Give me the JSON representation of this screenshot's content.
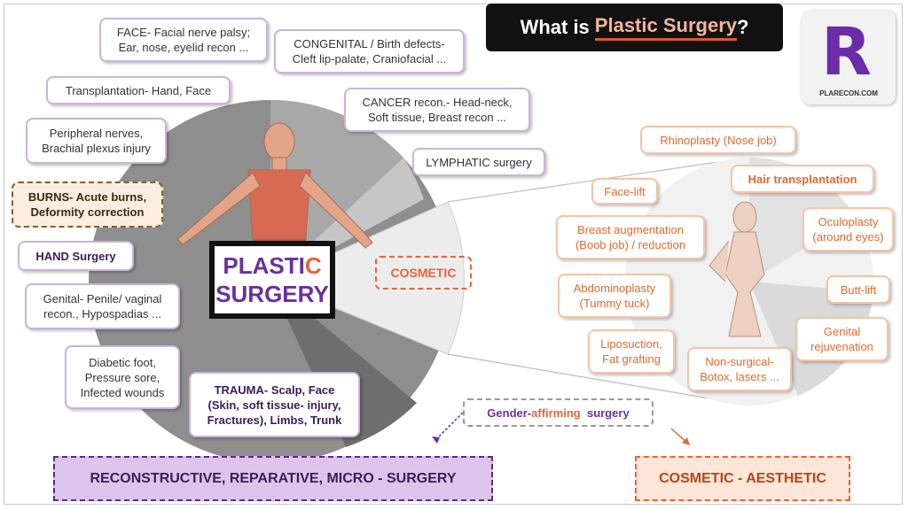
{
  "title": {
    "prefix": "What is",
    "highlight": "Plastic Surgery",
    "suffix": "?"
  },
  "logo": {
    "letter": "R",
    "name": "PLARECON.COM"
  },
  "center": {
    "line1_main": "PLASTI",
    "line1_accent": "C",
    "line2": "SURGERY"
  },
  "reconstructive_items": [
    {
      "id": "face",
      "lines": [
        "FACE- Facial nerve palsy;",
        "Ear, nose, eyelid recon ..."
      ]
    },
    {
      "id": "congenital",
      "lines": [
        "CONGENITAL / Birth defects-",
        "Cleft lip-palate, Craniofacial ..."
      ]
    },
    {
      "id": "transplant",
      "lines": [
        "Transplantation- Hand, Face"
      ]
    },
    {
      "id": "cancer",
      "lines": [
        "CANCER recon.- Head-neck,",
        "Soft tissue, Breast recon ..."
      ]
    },
    {
      "id": "nerves",
      "lines": [
        "Peripheral nerves,",
        "Brachial plexus injury"
      ]
    },
    {
      "id": "lymphatic",
      "lines": [
        "LYMPHATIC surgery"
      ]
    },
    {
      "id": "burns",
      "lines": [
        "BURNS- Acute burns,",
        "Deformity correction"
      ]
    },
    {
      "id": "hand",
      "lines": [
        "HAND Surgery"
      ]
    },
    {
      "id": "genital",
      "lines": [
        "Genital- Penile/ vaginal",
        "recon., Hypospadias ..."
      ]
    },
    {
      "id": "diabetic",
      "lines": [
        "Diabetic foot,",
        "Pressure sore,",
        "Infected wounds"
      ]
    },
    {
      "id": "trauma",
      "lines": [
        "TRAUMA- Scalp, Face",
        "(Skin, soft tissue- injury,",
        "Fractures), Limbs, Trunk"
      ]
    }
  ],
  "cosmetic_label": "COSMETIC",
  "cosmetic_items": [
    {
      "id": "rhino",
      "lines": [
        "Rhinoplasty (Nose job)"
      ]
    },
    {
      "id": "facelift",
      "lines": [
        "Face-lift"
      ]
    },
    {
      "id": "hair",
      "lines": [
        "Hair transplantation"
      ]
    },
    {
      "id": "breast",
      "lines": [
        "Breast augmentation",
        "(Boob job) / reduction"
      ]
    },
    {
      "id": "oculo",
      "lines": [
        "Oculoplasty",
        "(around eyes)"
      ]
    },
    {
      "id": "abdomino",
      "lines": [
        "Abdominoplasty",
        "(Tummy tuck)"
      ]
    },
    {
      "id": "buttlift",
      "lines": [
        "Butt-lift"
      ]
    },
    {
      "id": "genital-rej",
      "lines": [
        "Genital",
        "rejuvenation"
      ]
    },
    {
      "id": "lipo",
      "lines": [
        "Liposuction,",
        "Fat grafting"
      ]
    },
    {
      "id": "nonsurg",
      "lines": [
        "Non-surgical-",
        "Botox, lasers ..."
      ]
    }
  ],
  "gender": {
    "prefix": "Gender-",
    "accent": "affirming",
    "suffix": "surgery"
  },
  "bottom": {
    "reconstructive": "RECONSTRUCTIVE, REPARATIVE, MICRO - SURGERY",
    "aesthetic": "COSMETIC - AESTHETIC"
  },
  "colors": {
    "purple": "#6b2fa0",
    "orange": "#e8643a",
    "dark": "#111111"
  }
}
